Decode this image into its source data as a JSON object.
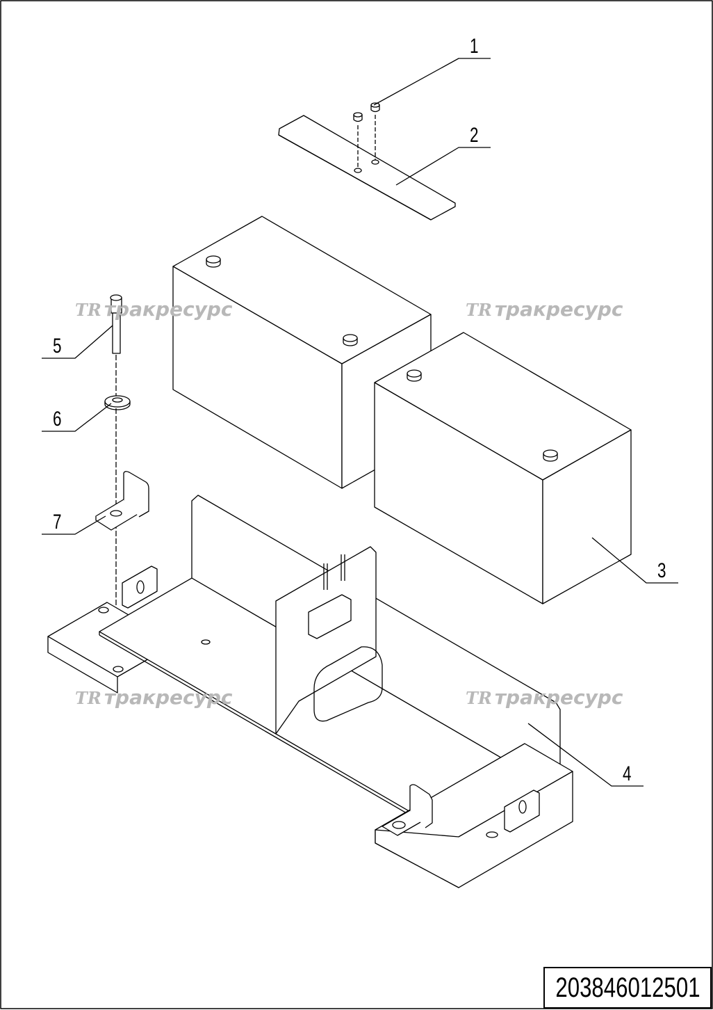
{
  "drawing": {
    "document_number": "203846012501",
    "watermark_logo": "TR",
    "watermark_text": "тракресурс",
    "callouts": [
      "1",
      "2",
      "3",
      "4",
      "5",
      "6",
      "7"
    ]
  }
}
